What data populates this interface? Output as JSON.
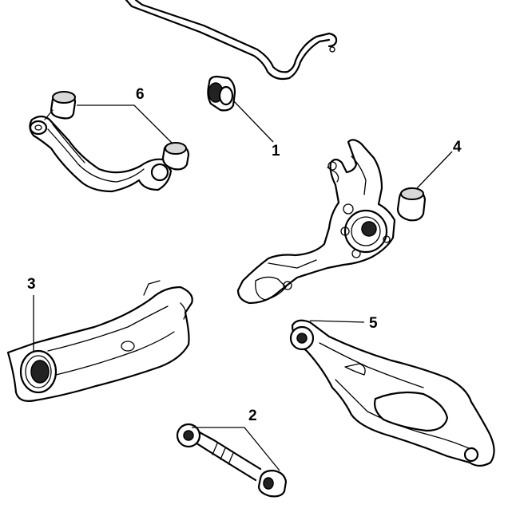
{
  "callouts": [
    {
      "id": "1",
      "label": "1"
    },
    {
      "id": "2",
      "label": "2"
    },
    {
      "id": "3",
      "label": "3"
    },
    {
      "id": "4",
      "label": "4"
    },
    {
      "id": "5",
      "label": "5"
    },
    {
      "id": "6",
      "label": "6"
    }
  ],
  "parts": [
    {
      "callout": "1",
      "icon": "stabilizer-bushing-icon"
    },
    {
      "callout": "2",
      "icon": "toe-link-rod-icon"
    },
    {
      "callout": "3",
      "icon": "trailing-arm-icon"
    },
    {
      "callout": "4",
      "icon": "knuckle-hub-icon"
    },
    {
      "callout": "5",
      "icon": "lower-control-arm-icon"
    },
    {
      "callout": "6",
      "icon": "upper-control-arm-icon"
    }
  ],
  "colors": {
    "line": "#000000",
    "background": "#ffffff",
    "bushing_fill": "#d9d9d9"
  }
}
